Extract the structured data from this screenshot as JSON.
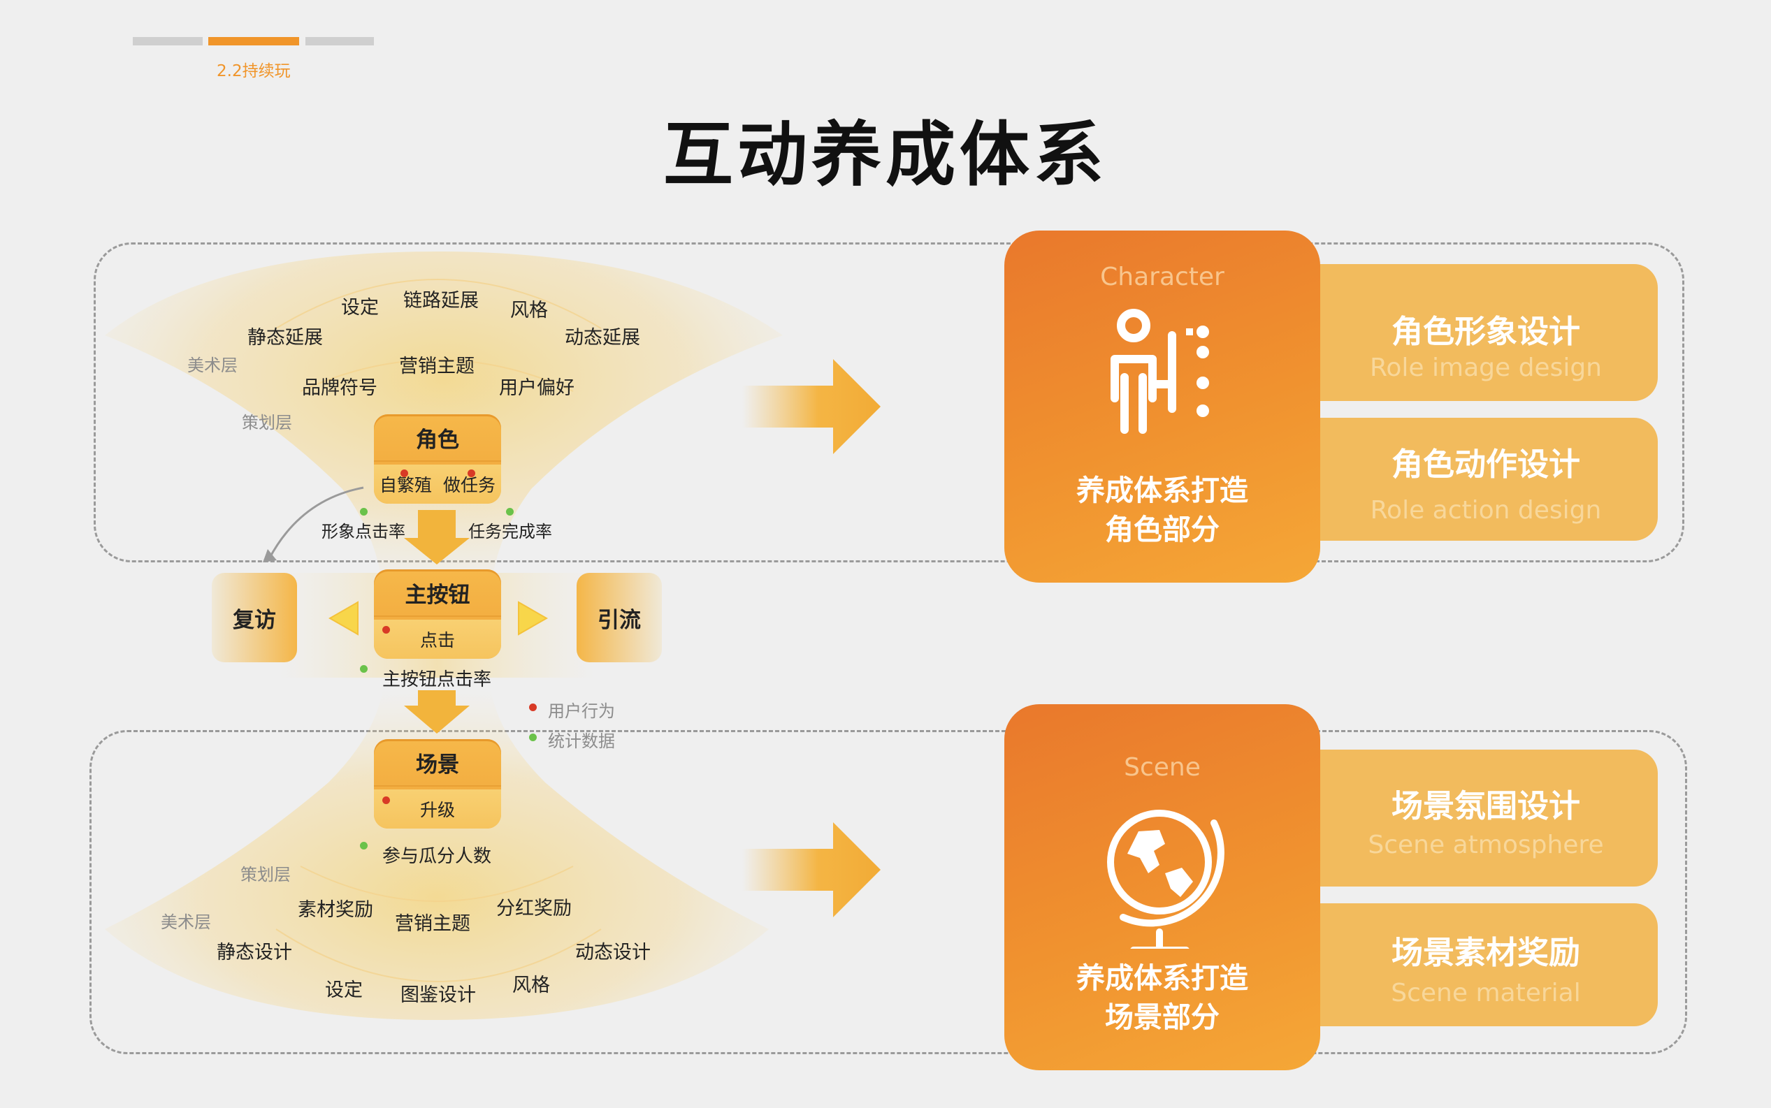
{
  "header": {
    "section_tag": "2.2持续玩",
    "title": "互动养成体系"
  },
  "colors": {
    "accent": "#f0952a",
    "card_orange": "#ec8430",
    "panel_yellow": "#f2bb5d",
    "marker_red": "#d83a26",
    "marker_green": "#6ac24a"
  },
  "character_section": {
    "top_labels": {
      "setting": "设定",
      "chain_extension": "链路延展",
      "style": "风格",
      "static_extension": "静态延展",
      "dynamic_extension": "动态延展",
      "art_layer": "美术层",
      "marketing_theme": "营销主题",
      "brand_symbol": "品牌符号",
      "user_preference": "用户偏好",
      "planning_layer": "策划层"
    },
    "node": {
      "title": "角色",
      "left_item": "自繁殖",
      "right_item": "做任务"
    },
    "metric_left": "形象点击率",
    "metric_right": "任务完成率"
  },
  "main_button_section": {
    "node": {
      "title": "主按钮",
      "item": "点击"
    },
    "left_pill": "复访",
    "right_pill": "引流",
    "metric": "主按钮点击率",
    "legend": {
      "user_behavior": "用户行为",
      "statistics": "统计数据"
    }
  },
  "scene_section": {
    "node": {
      "title": "场景",
      "item": "升级"
    },
    "metric": "参与瓜分人数",
    "bottom_labels": {
      "planning_layer": "策划层",
      "art_layer": "美术层",
      "material_reward": "素材奖励",
      "marketing_theme": "营销主题",
      "dividend_reward": "分红奖励",
      "static_design": "静态设计",
      "dynamic_design": "动态设计",
      "setting": "设定",
      "collection_design": "图鉴设计",
      "style": "风格"
    }
  },
  "character_card": {
    "caption": "Character",
    "icon": "character-figure-icon",
    "line1": "养成体系打造",
    "line2": "角色部分",
    "panels": [
      {
        "title": "角色形象设计",
        "english": "Role image design"
      },
      {
        "title": "角色动作设计",
        "english": "Role action design"
      }
    ]
  },
  "scene_card": {
    "caption": "Scene",
    "icon": "globe-icon",
    "line1": "养成体系打造",
    "line2": "场景部分",
    "panels": [
      {
        "title": "场景氛围设计",
        "english": "Scene atmosphere"
      },
      {
        "title": "场景素材奖励",
        "english": "Scene material"
      }
    ]
  }
}
